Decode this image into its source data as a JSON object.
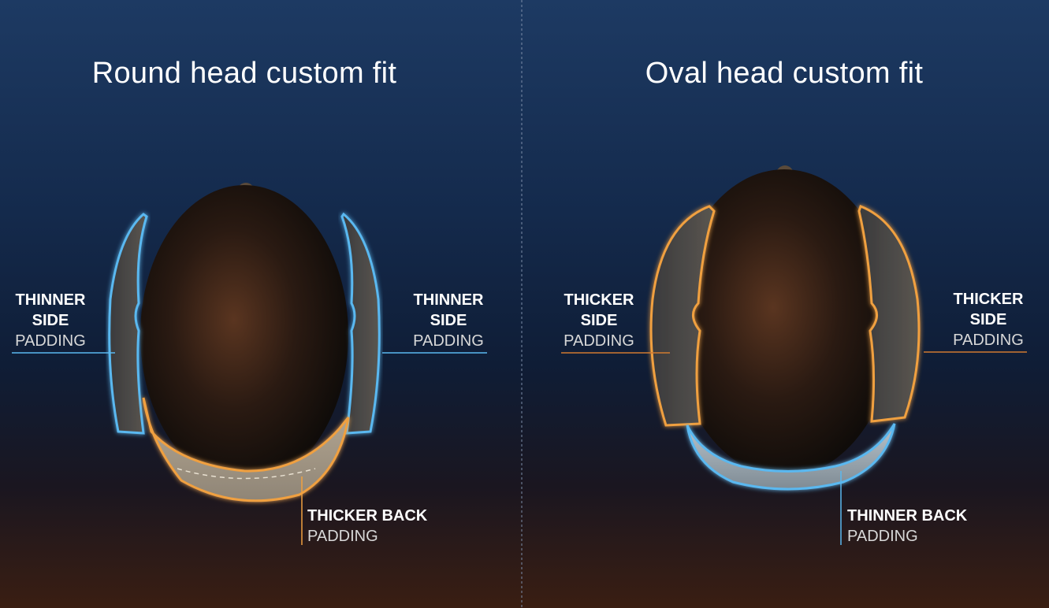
{
  "colors": {
    "blue": "#5ab8f0",
    "orange": "#f0a040"
  },
  "left": {
    "title": "Round head custom fit",
    "side_left": {
      "line1": "THINNER",
      "line2": "SIDE",
      "line3": "PADDING"
    },
    "side_right": {
      "line1": "THINNER",
      "line2": "SIDE",
      "line3": "PADDING"
    },
    "back": {
      "line1": "THICKER BACK",
      "line2": "PADDING"
    }
  },
  "right": {
    "title": "Oval head custom fit",
    "side_left": {
      "line1": "THICKER",
      "line2": "SIDE",
      "line3": "PADDING"
    },
    "side_right": {
      "line1": "THICKER",
      "line2": "SIDE",
      "line3": "PADDING"
    },
    "back": {
      "line1": "THINNER BACK",
      "line2": "PADDING"
    }
  }
}
